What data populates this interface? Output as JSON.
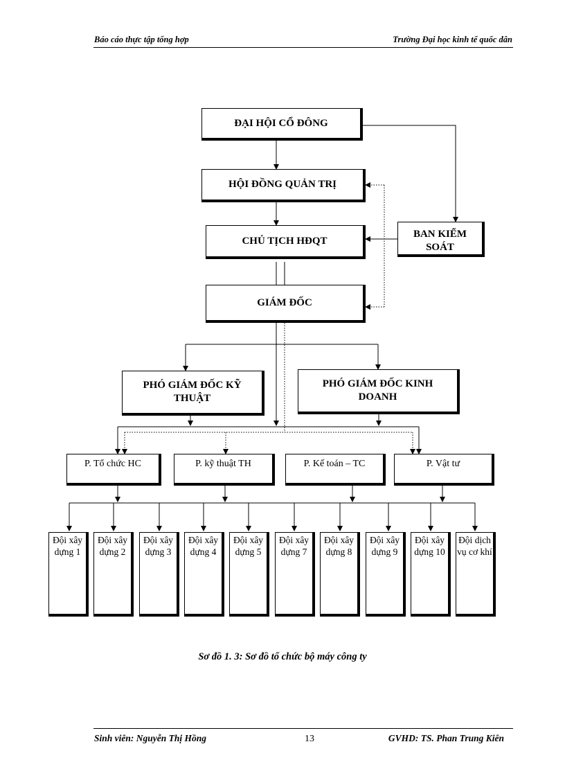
{
  "header": {
    "left": "Báo cáo thực tập tổng hợp",
    "right": "Trường Đại học kinh tế quốc dân"
  },
  "org": {
    "dhcd": "ĐẠI HỘI CỔ ĐÔNG",
    "hdqt": "HỘI ĐỒNG QUẢN TRỊ",
    "chutich": "CHỦ TỊCH HĐQT",
    "bks": "BAN KIỂM SOÁT",
    "giamdoc": "GIÁM ĐỐC",
    "pgd_kt": "PHÓ GIÁM ĐỐC KỸ THUẬT",
    "pgd_kd": "PHÓ GIÁM ĐỐC KINH DOANH",
    "p_tchc": "P. Tổ chức HC",
    "p_ktth": "P. kỹ thuật TH",
    "p_ketoan": "P. Kế toán – TC",
    "p_vattu": "P. Vật tư",
    "teams": [
      "Đội xây dựng 1",
      "Đội xây dựng 2",
      "Đội xây dựng 3",
      "Đội xây dựng 4",
      "Đội xây dựng 5",
      "Đội xây dựng 7",
      "Đội xây dựng 8",
      "Đội xây dựng 9",
      "Đội xây dựng 10",
      "Đội dịch vụ cơ khí"
    ]
  },
  "caption": "Sơ đồ 1. 3: Sơ đồ tổ chức bộ máy công ty",
  "footer": {
    "student": "Sinh viên: Nguyễn Thị Hồng",
    "page": "13",
    "advisor": "GVHD: TS. Phan Trung Kiên"
  }
}
